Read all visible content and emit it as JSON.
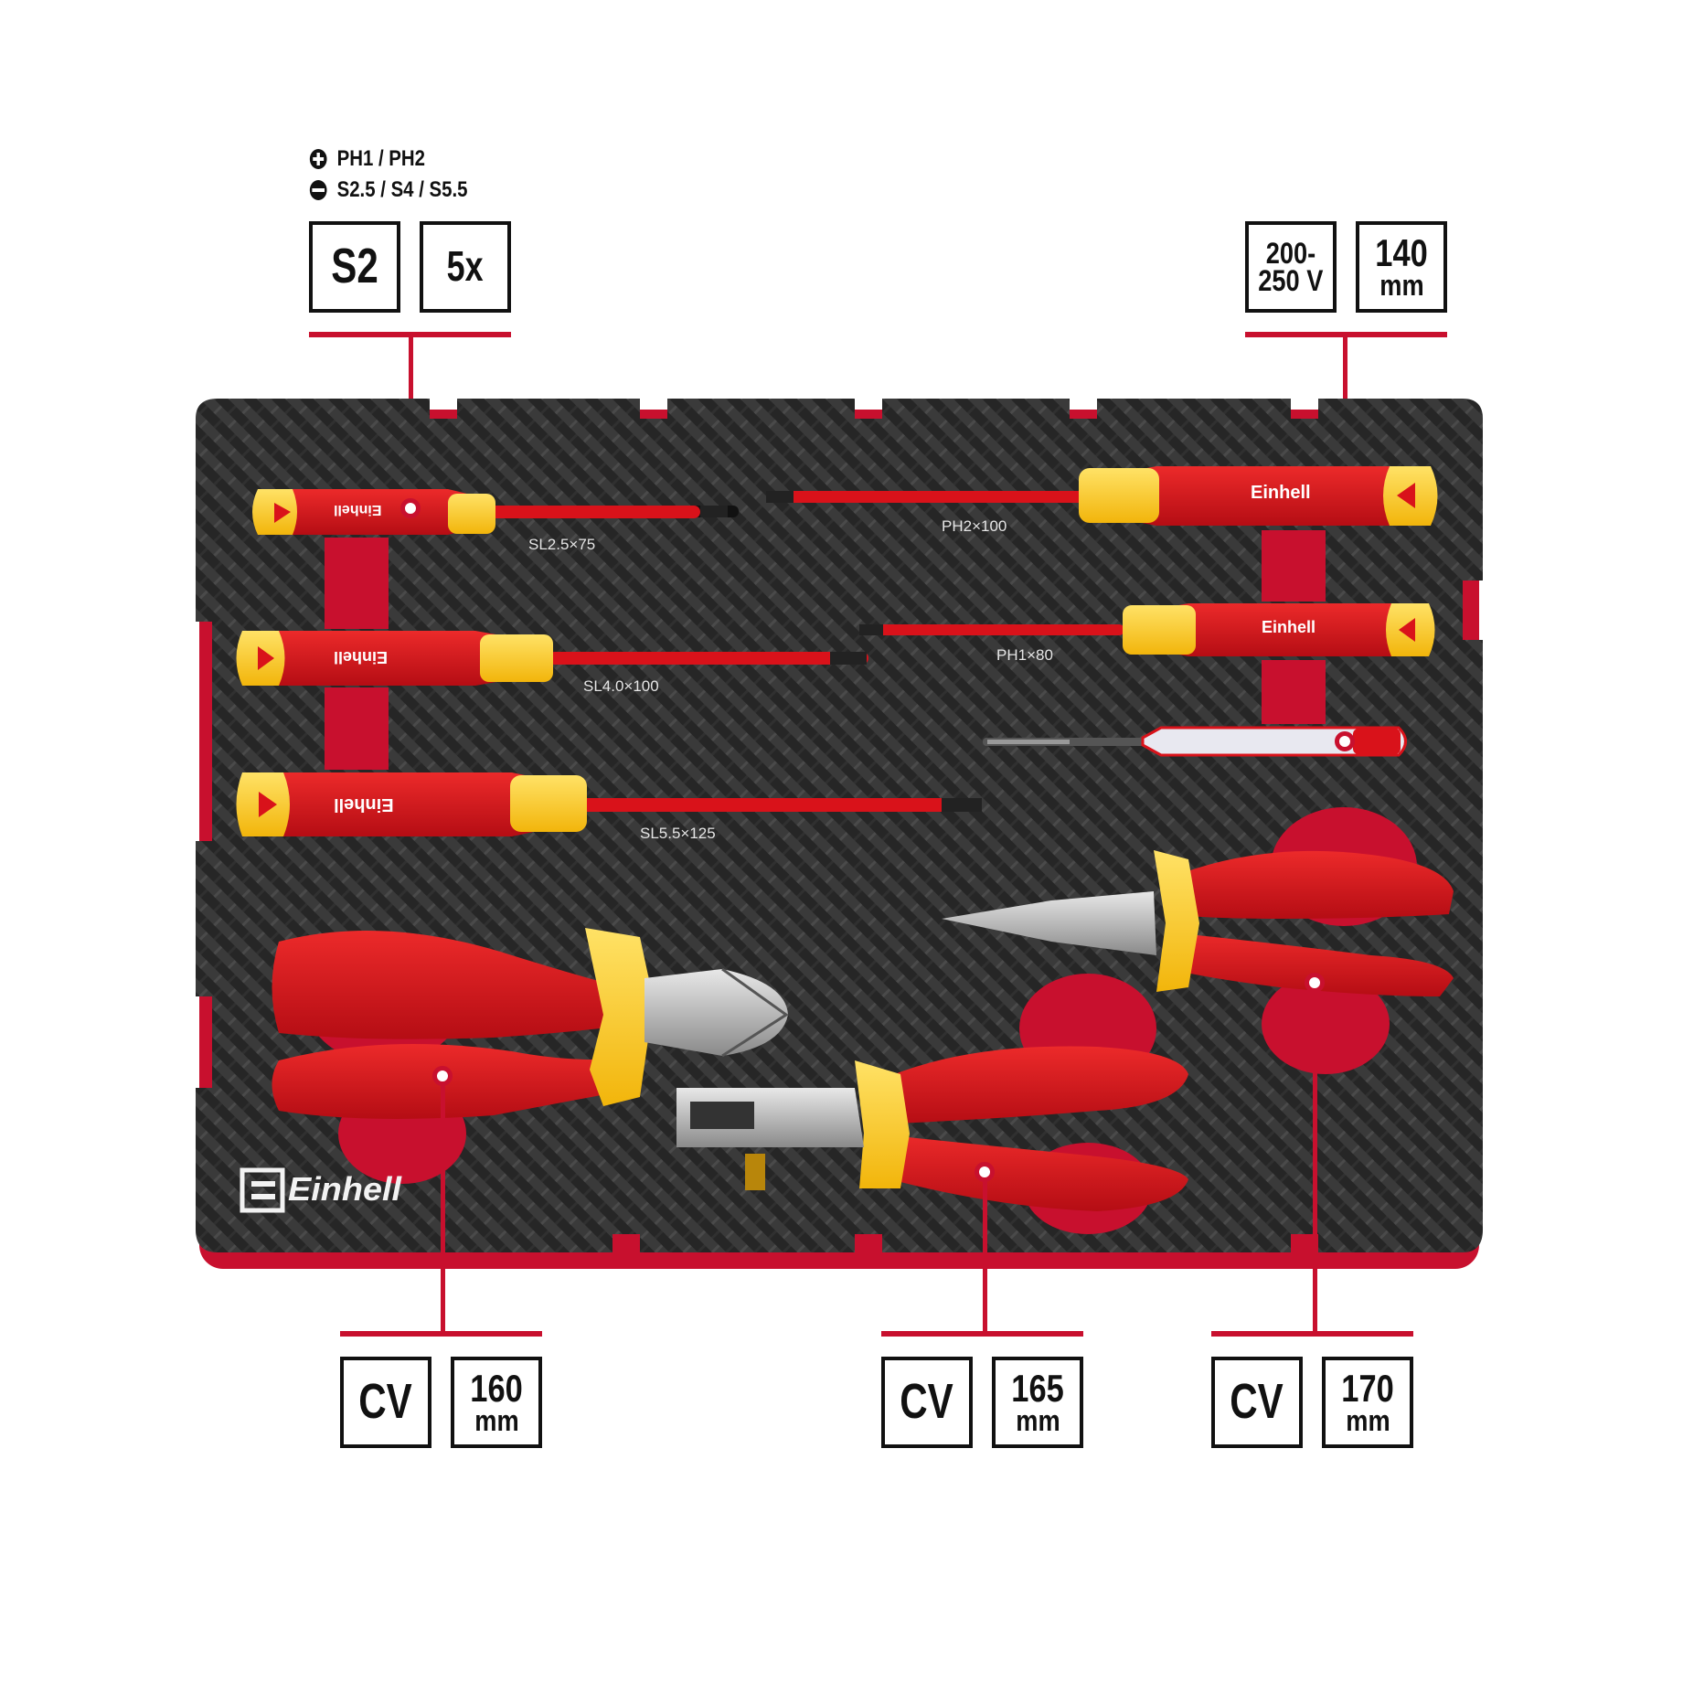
{
  "legend": {
    "phillips": "PH1 / PH2",
    "slotted": "S2.5 / S4 / S5.5"
  },
  "badges": {
    "material_screwdrivers": "S2",
    "count": "5x",
    "voltage": "200-\n250 V",
    "voltage_line1": "200-",
    "voltage_line2": "250 V",
    "tester_length_value": "140",
    "tester_length_unit": "mm",
    "plier1_material": "CV",
    "plier1_length_value": "160",
    "plier1_length_unit": "mm",
    "plier2_material": "CV",
    "plier2_length_value": "165",
    "plier2_length_unit": "mm",
    "plier3_material": "CV",
    "plier3_length_value": "170",
    "plier3_length_unit": "mm"
  },
  "tool_labels": {
    "sl25": "SL2.5×75",
    "sl40": "SL4.0×100",
    "sl55": "SL5.5×125",
    "ph2": "PH2×100",
    "ph1": "PH1×80"
  },
  "brand": {
    "name": "Einhell"
  },
  "colors": {
    "accent_red": "#c8102e",
    "handle_red": "#d9121a",
    "handle_yellow": "#f7c514",
    "foam_dark": "#2a2a2a"
  }
}
